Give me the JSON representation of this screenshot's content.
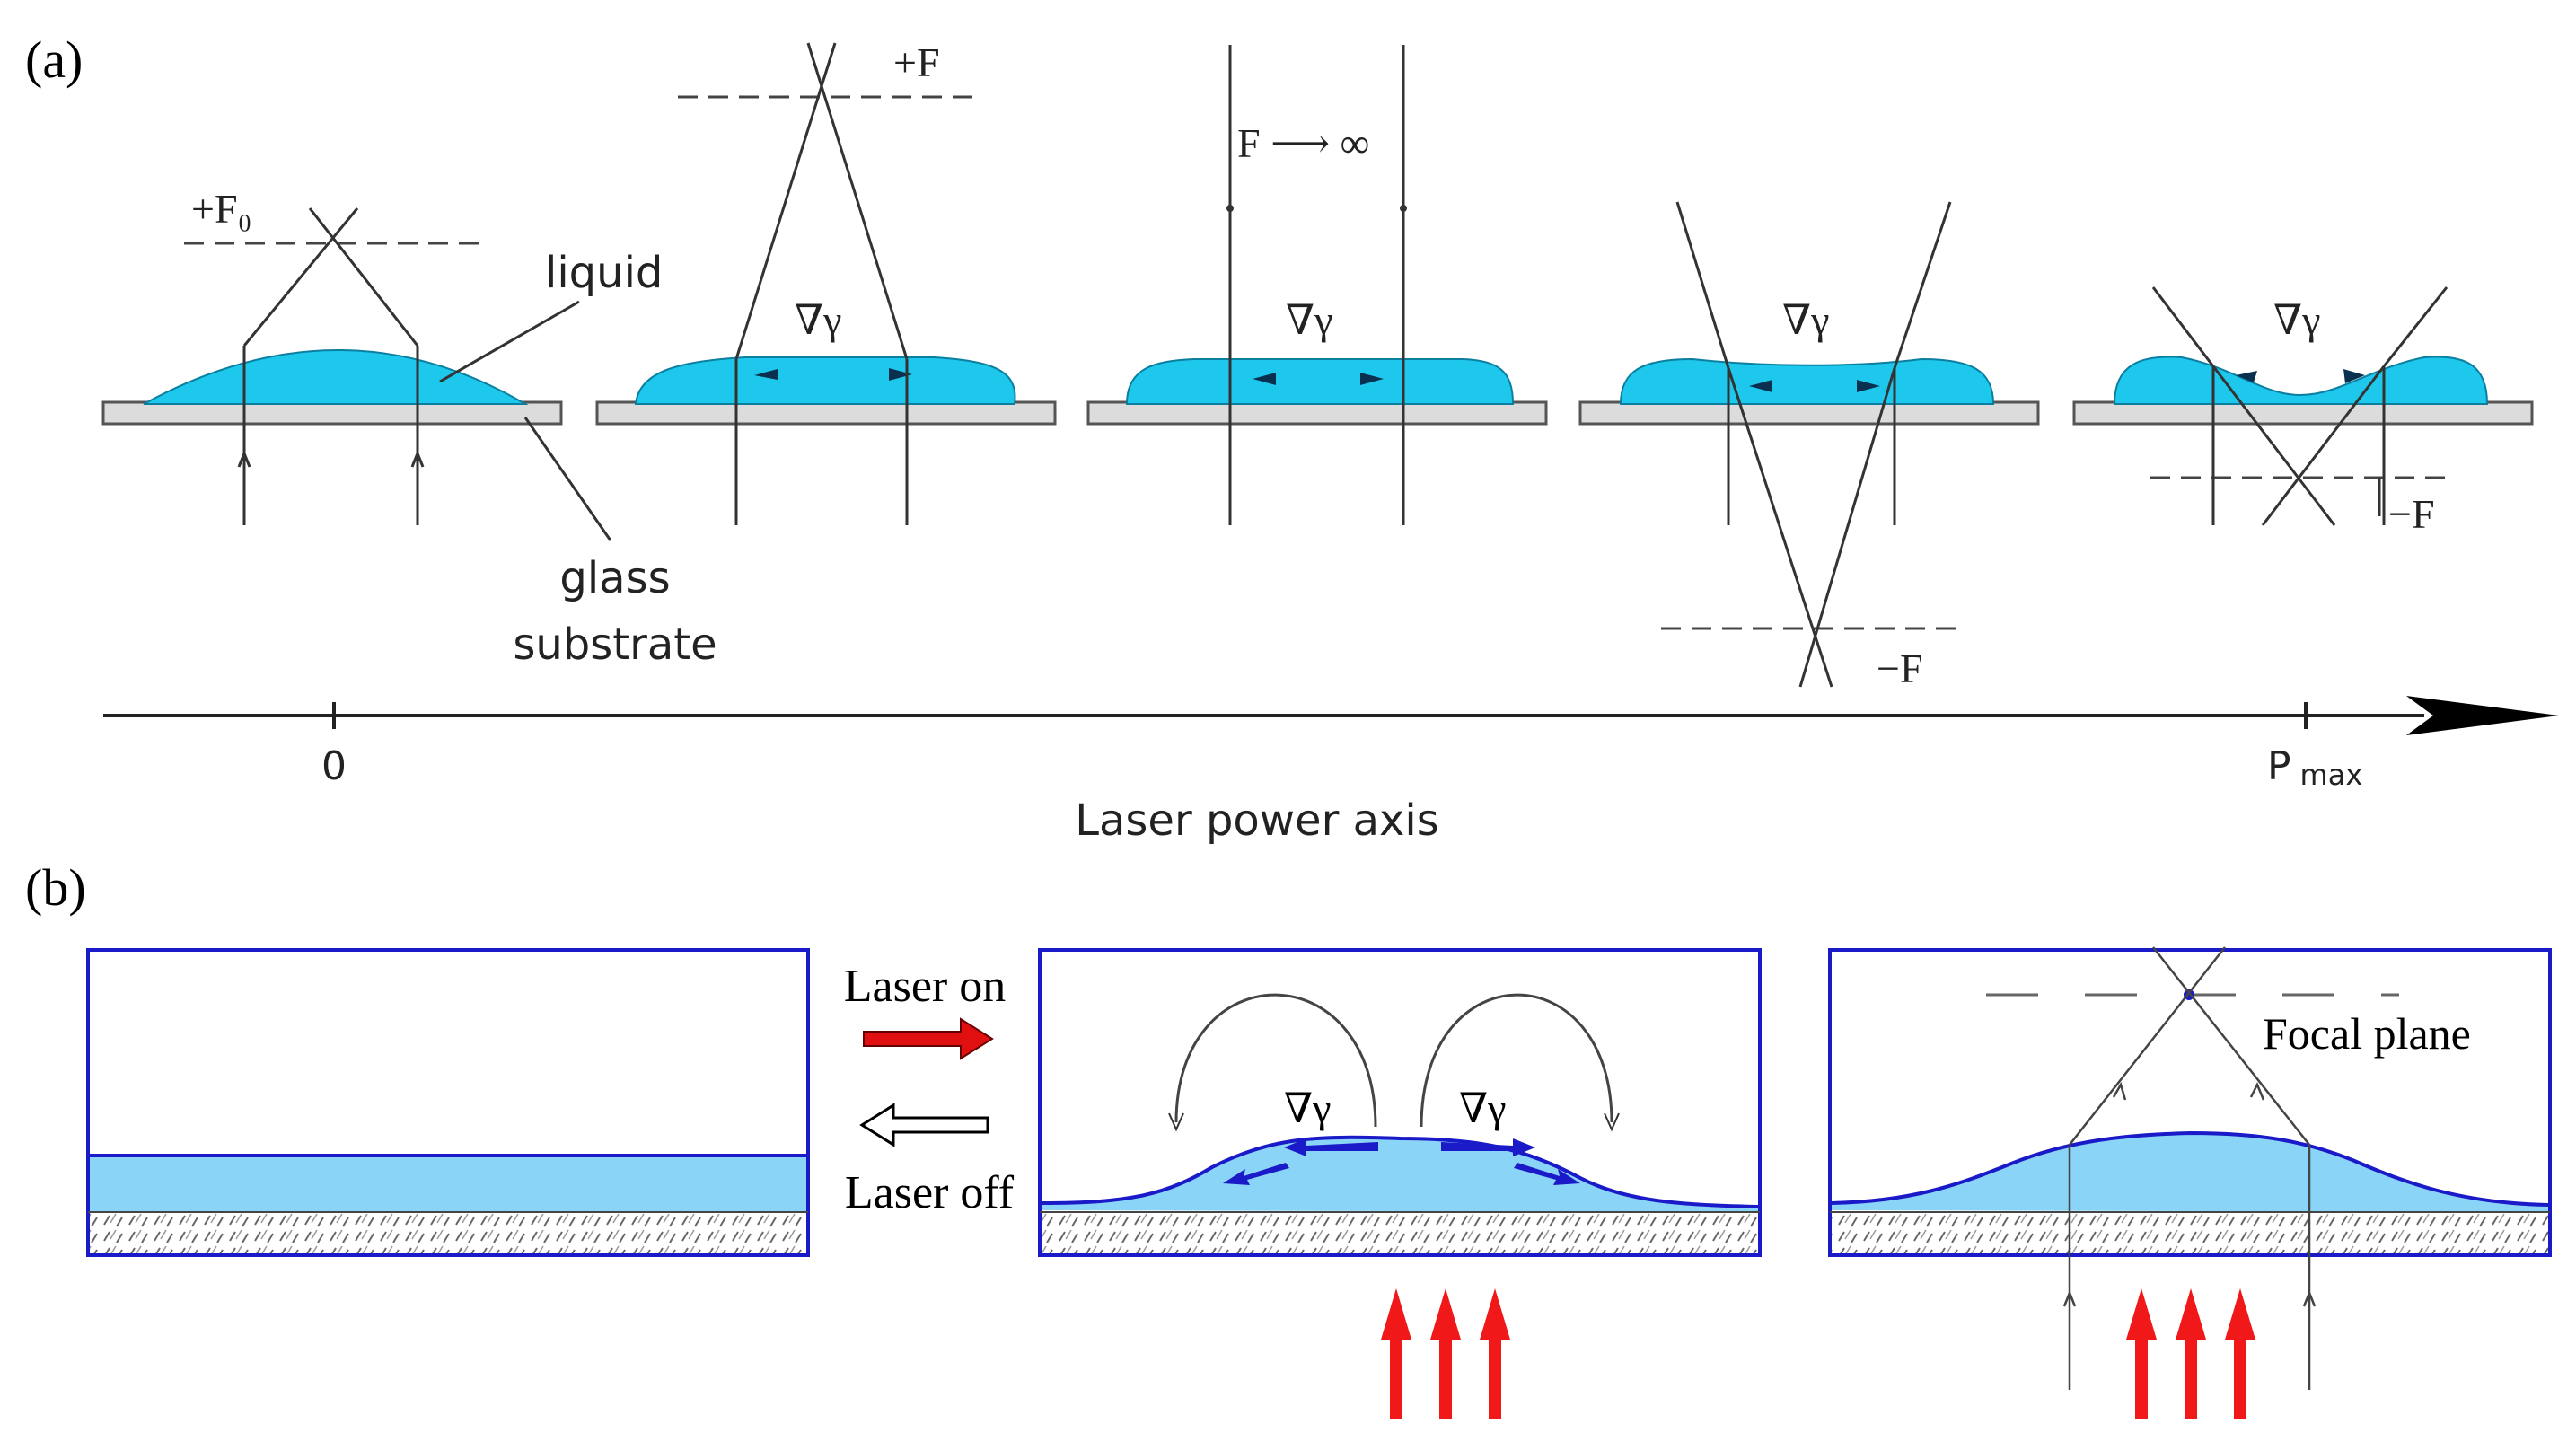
{
  "panel_a": {
    "label": "(a)",
    "stages": [
      {
        "focal_label": "+F₀"
      },
      {
        "focal_label": "+F",
        "gradient_label": "∇γ"
      },
      {
        "focal_label": "F ⟶ ∞",
        "gradient_label": "∇γ"
      },
      {
        "focal_label": "−F",
        "gradient_label": "∇γ"
      },
      {
        "focal_label": "−F",
        "gradient_label": "∇γ"
      }
    ],
    "liquid_label": "liquid",
    "substrate_label_line1": "glass",
    "substrate_label_line2": "substrate",
    "axis_zero_label": "0",
    "axis_max_main": "P",
    "axis_max_sub": "max",
    "axis_title": "Laser power axis"
  },
  "panel_b": {
    "label": "(b)",
    "laser_on_label": "Laser on",
    "laser_off_label": "Laser off",
    "gradient_label_left": "∇γ",
    "gradient_label_right": "∇γ",
    "focal_plane_label": "Focal plane"
  },
  "colors": {
    "liquid_a": "#1ec8ec",
    "liquid_b": "#8ad4f8",
    "frame_blue": "#1a1ac8",
    "laser_red": "#f01818",
    "ray": "#333333"
  }
}
